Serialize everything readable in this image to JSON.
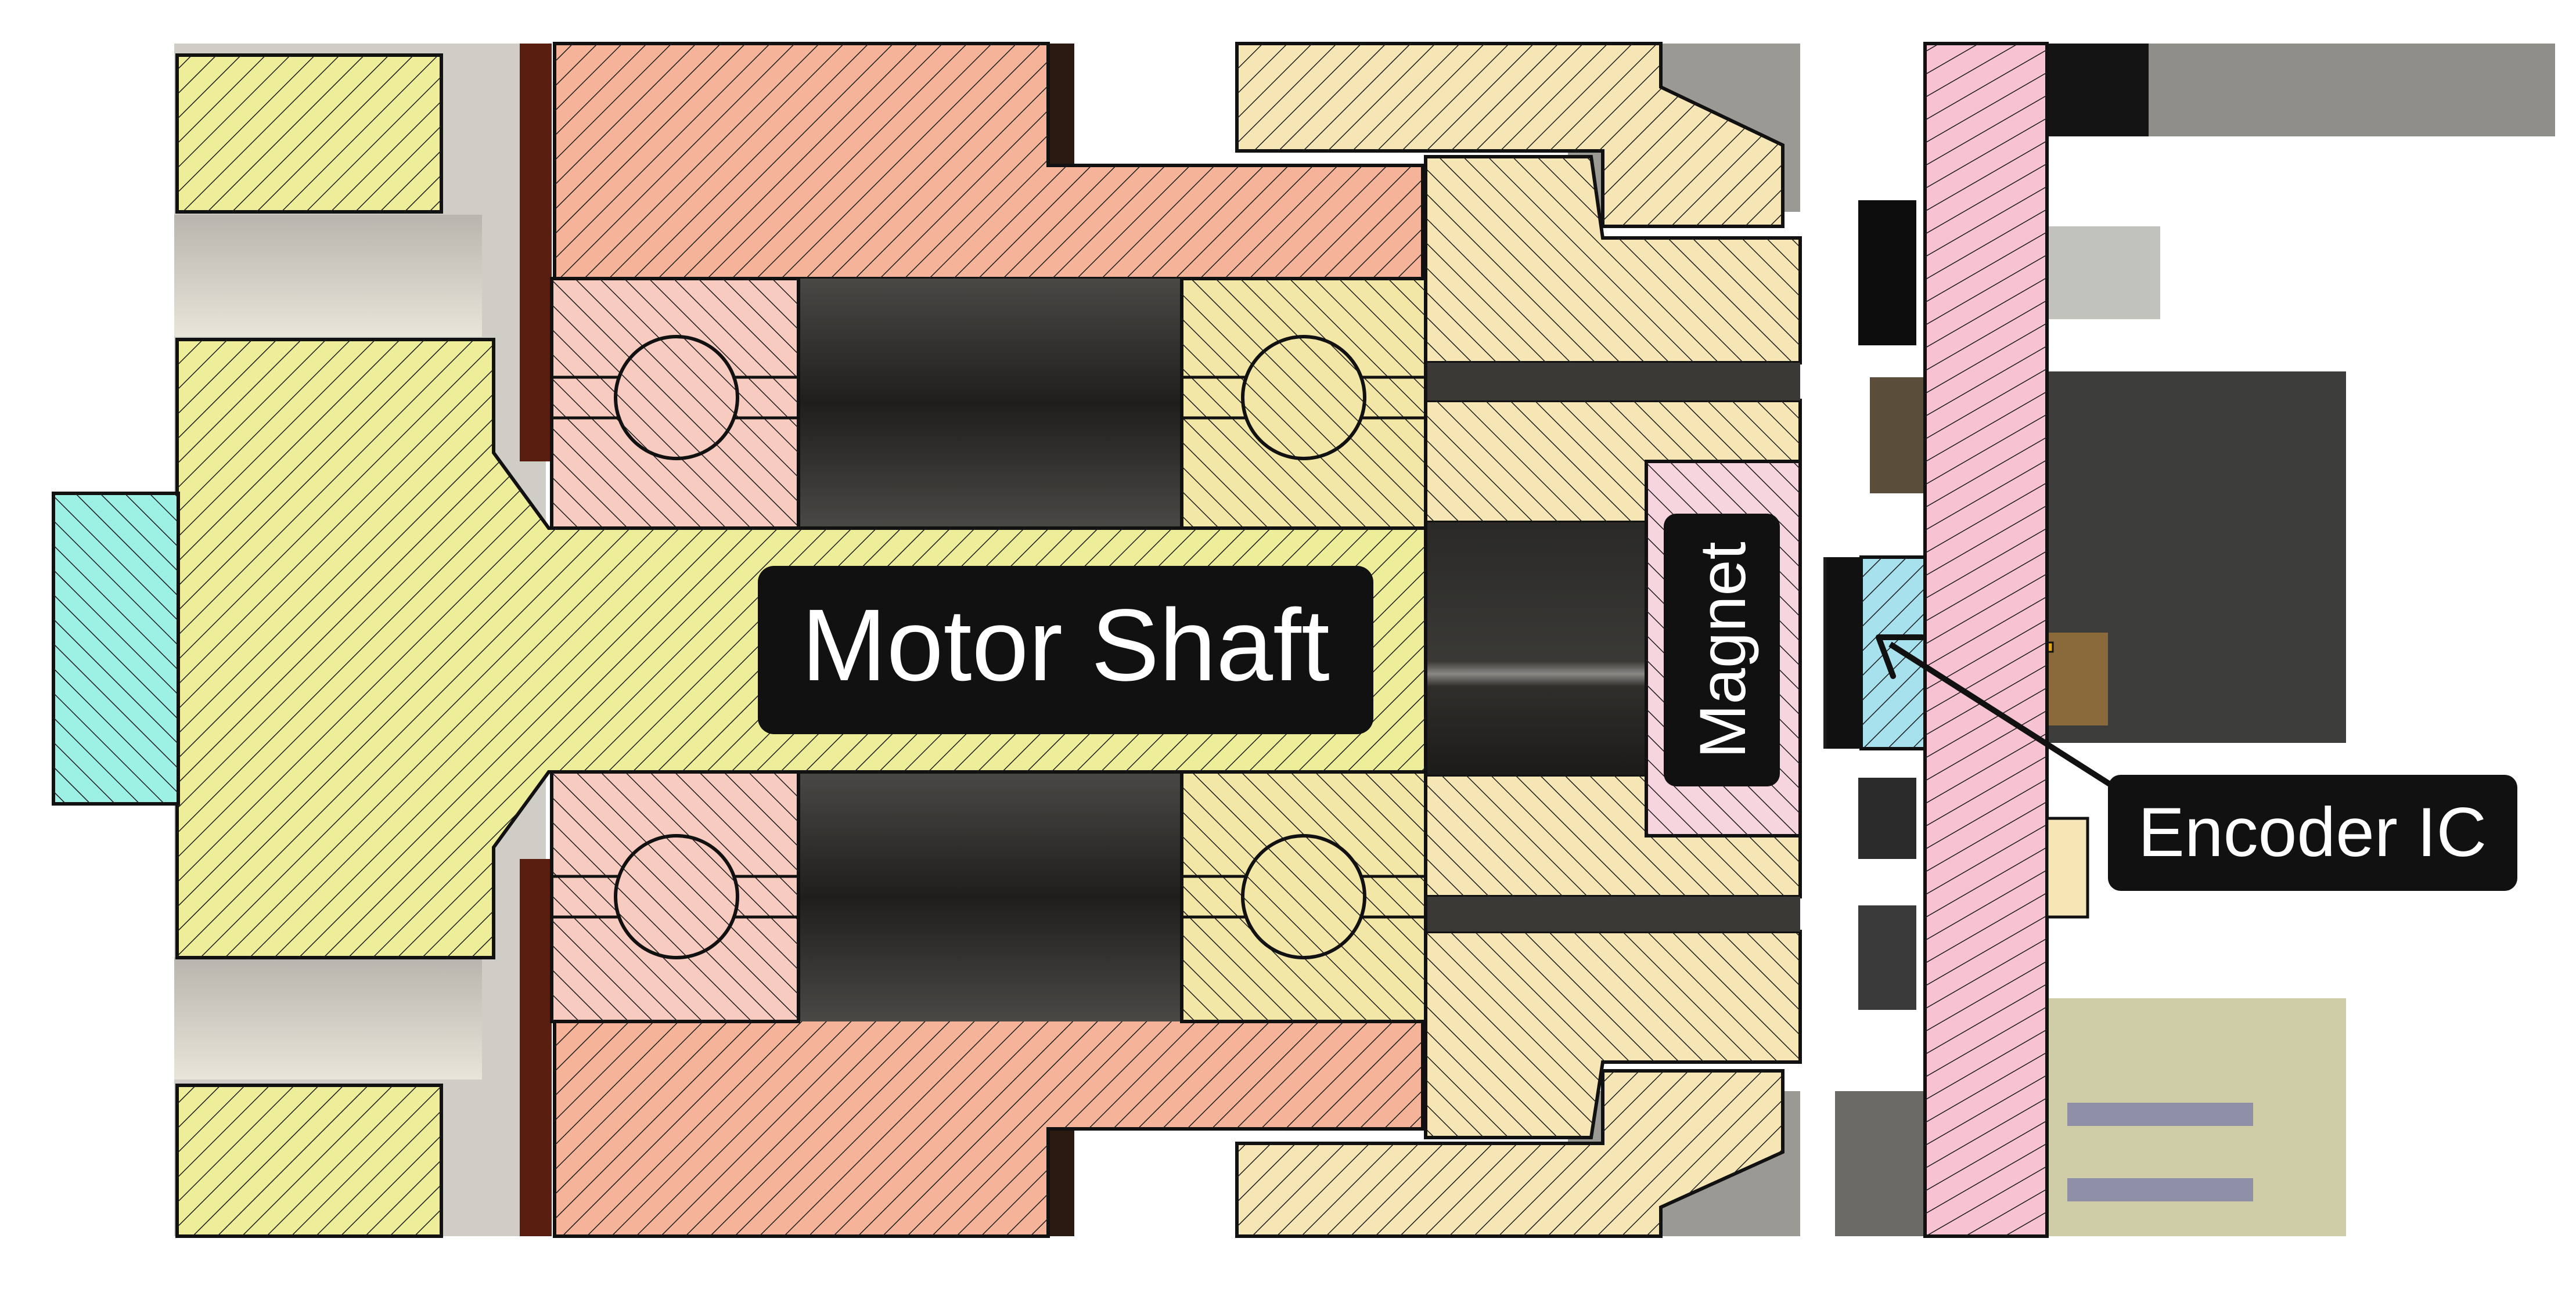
{
  "labels": {
    "motor_shaft": "Motor Shaft",
    "magnet": "Magnet",
    "encoder_ic": "Encoder IC"
  },
  "colors": {
    "background": "#ffffff",
    "shaft_yellow": "#eded9a",
    "housing_salmon": "#f5b49a",
    "bearing_pink": "#f7cbc0",
    "bearing_yellow": "#f3e7a8",
    "sleeve_tan": "#f6e6b6",
    "pcb_pink": "#f7c3d2",
    "magnet_pink": "#f7d5df",
    "encoder_blue": "#a7e1ee",
    "cyan_part": "#9df0e4",
    "void_dark": "#2b2a27",
    "label_bg": "#111111",
    "label_text": "#ffffff",
    "wire": "#e3a21a"
  }
}
